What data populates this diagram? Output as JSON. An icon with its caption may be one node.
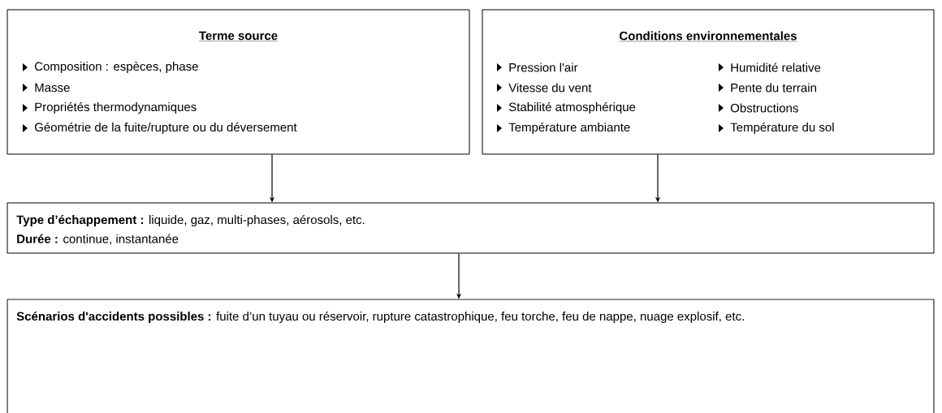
{
  "diagram": {
    "nodes": [
      {
        "text": [
          "Terme source",
          "Composition : espèces, phase",
          "Masse",
          "Propriétés thermodynamiques",
          "Géométrie de la fuite/rupture ou du déversement"
        ]
      },
      {
        "text": [
          "Conditions environnementales",
          "Pression l'air",
          "Vitesse du vent",
          "Stabilité atmosphérique",
          "Température ambiante",
          "Humidité relative",
          "Pente du terrain",
          "Obstructions",
          "Température du sol"
        ]
      },
      {
        "text": [
          "**Type d’échappement :** liquide, gaz, multi-phases, aérosols, etc.",
          "**Durée :** continue, instantanée"
        ]
      },
      {
        "text": [
          "**Scénarios d'accidents possibles :** fuite d’un tuyau ou réservoir, rupture catastrophique, feu torche, feu de nappe, nuage explosif, etc."
        ]
      }
    ],
    "edges": [
      {
        "from": 0,
        "to": 2,
        "arrow": "to"
      },
      {
        "from": 1,
        "to": 2,
        "arrow": "to"
      },
      {
        "from": 2,
        "to": 3,
        "arrow": "to"
      }
    ]
  }
}
